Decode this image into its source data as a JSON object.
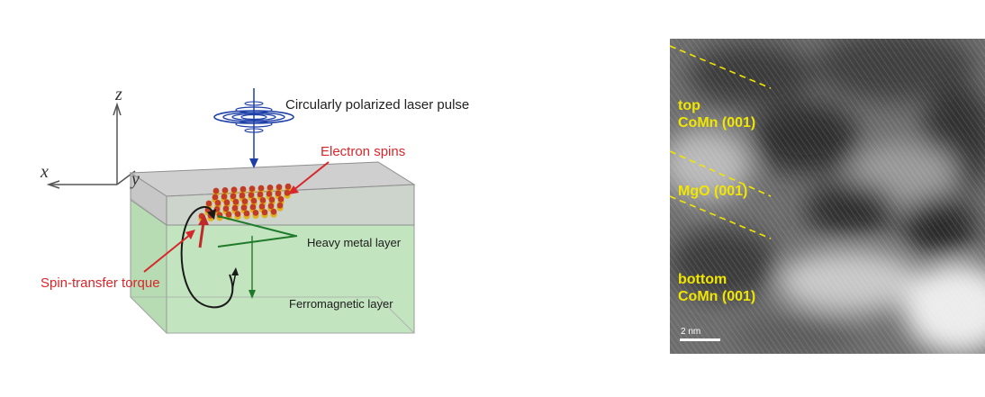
{
  "diagram": {
    "axes": {
      "x": "x",
      "y": "y",
      "z": "z"
    },
    "laser_label": "Circularly polarized laser pulse",
    "spins_label": "Electron spins",
    "torque_label": "Spin-transfer torque",
    "heavy_metal_label": "Heavy metal layer",
    "ferromagnetic_label": "Ferromagnetic layer",
    "colors": {
      "heavy_metal_layer": "#c9c9c9",
      "ferromagnetic_layer": "#bfe3bc",
      "laser": "#1d3fa8",
      "annotation_red": "#d8262b",
      "arrow_green": "#1f7a2a"
    }
  },
  "tem": {
    "top_line1": "top",
    "top_line2": "CoMn (001)",
    "middle": "MgO (001)",
    "bottom_line1": "bottom",
    "bottom_line2": "CoMn (001)",
    "scale_bar": "2 nm",
    "label_color": "#f1e600"
  }
}
